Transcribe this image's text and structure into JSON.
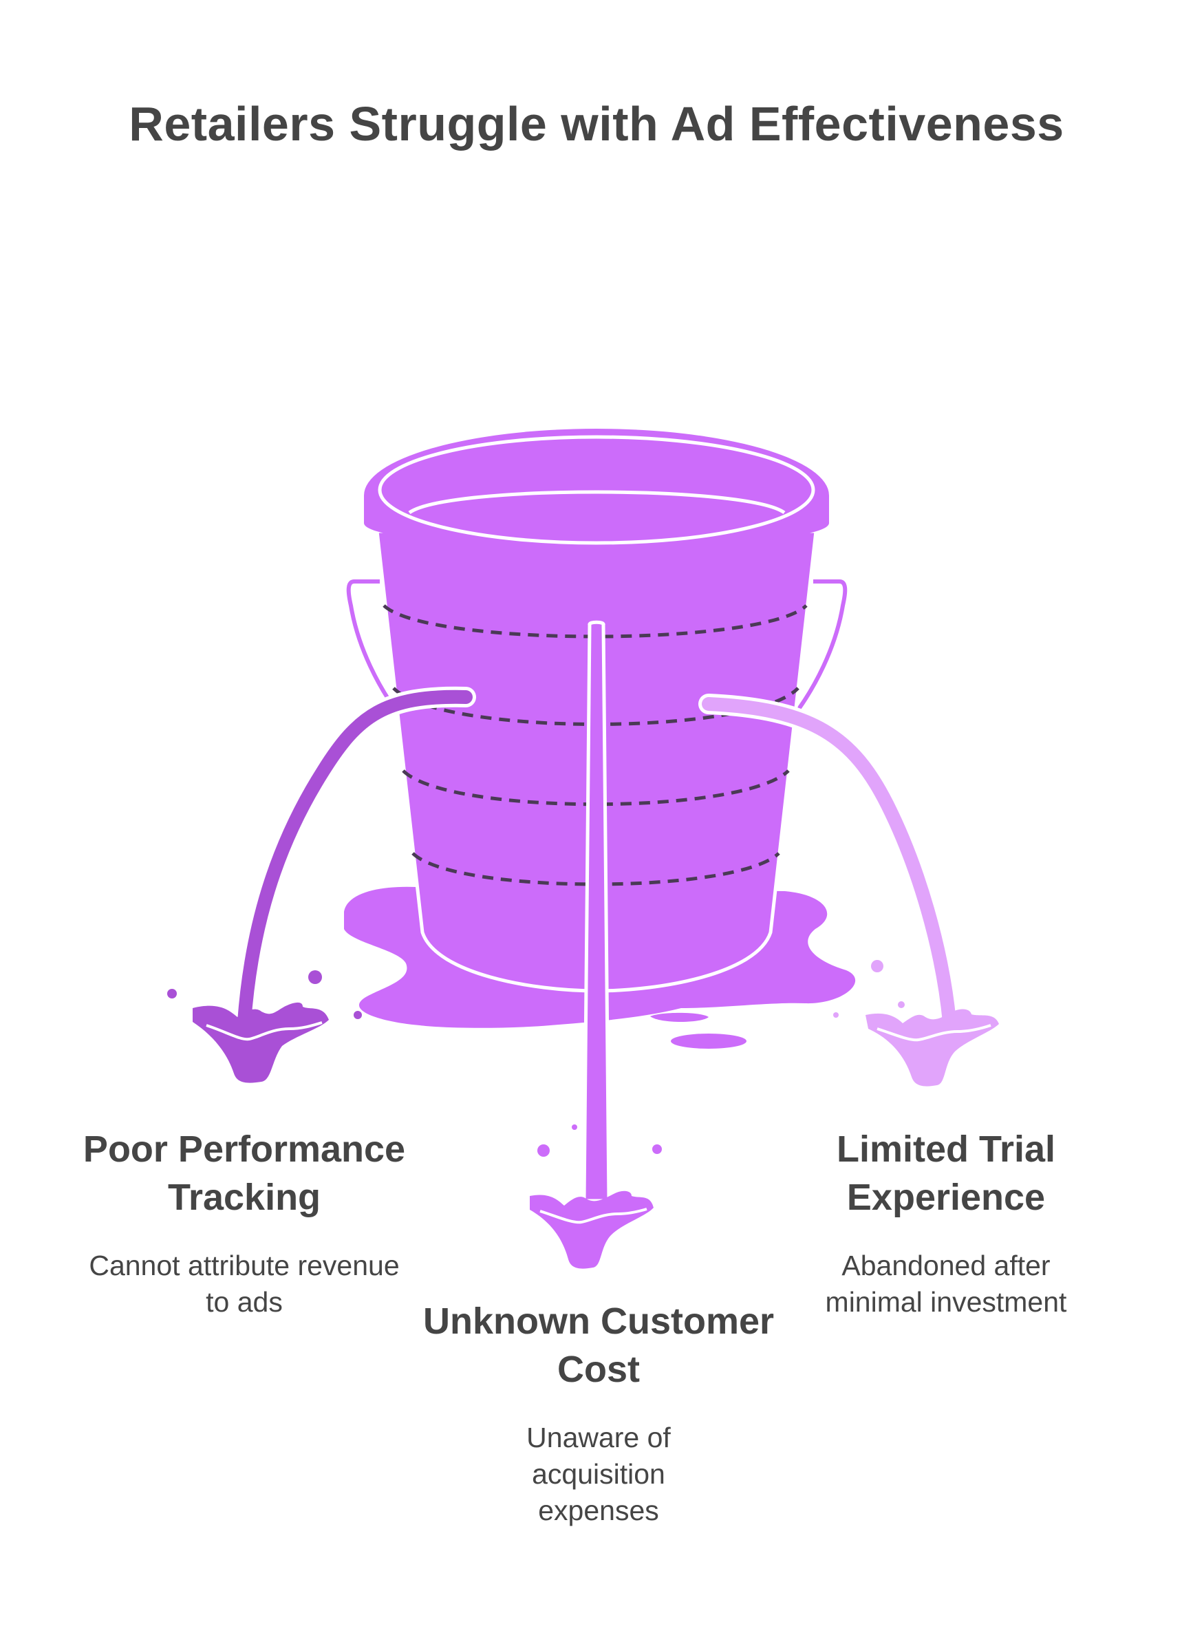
{
  "title": "Retailers Struggle with Ad Effectiveness",
  "colors": {
    "bucket": "#cc6cfa",
    "left_stream": "#a950d6",
    "right_stream": "#e1a4fb",
    "dash": "#4a3a55",
    "text": "#454545"
  },
  "leaks": [
    {
      "heading": "Poor Performance Tracking",
      "description": "Cannot attribute revenue to ads"
    },
    {
      "heading": "Unknown Customer Cost",
      "description": "Unaware of acquisition expenses"
    },
    {
      "heading": "Limited Trial Experience",
      "description": "Abandoned after minimal investment"
    }
  ]
}
